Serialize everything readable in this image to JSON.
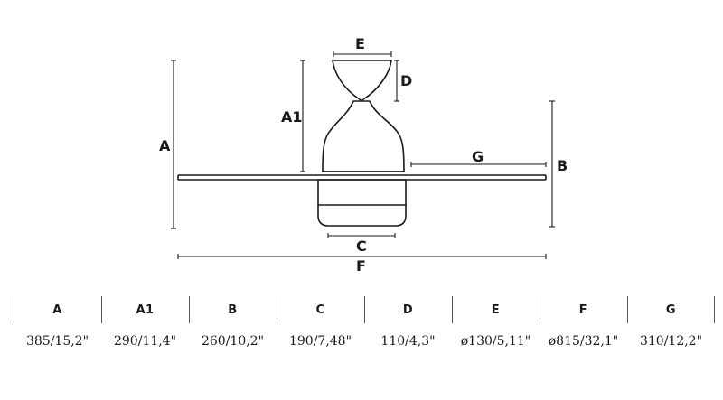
{
  "diagram_labels": {
    "A": "A",
    "A1": "A1",
    "B": "B",
    "C": "C",
    "D": "D",
    "E": "E",
    "F": "F",
    "G": "G"
  },
  "specs": [
    {
      "label": "A",
      "value": "385/15,2\""
    },
    {
      "label": "A1",
      "value": "290/11,4\""
    },
    {
      "label": "B",
      "value": "260/10,2\""
    },
    {
      "label": "C",
      "value": "190/7,48\""
    },
    {
      "label": "D",
      "value": "110/4,3\""
    },
    {
      "label": "E",
      "value": "ø130/5,11\""
    },
    {
      "label": "F",
      "value": "ø815/32,1\""
    },
    {
      "label": "G",
      "value": "310/12,2\""
    }
  ],
  "colors": {
    "line": "#1a1a1a",
    "background": "#ffffff"
  }
}
